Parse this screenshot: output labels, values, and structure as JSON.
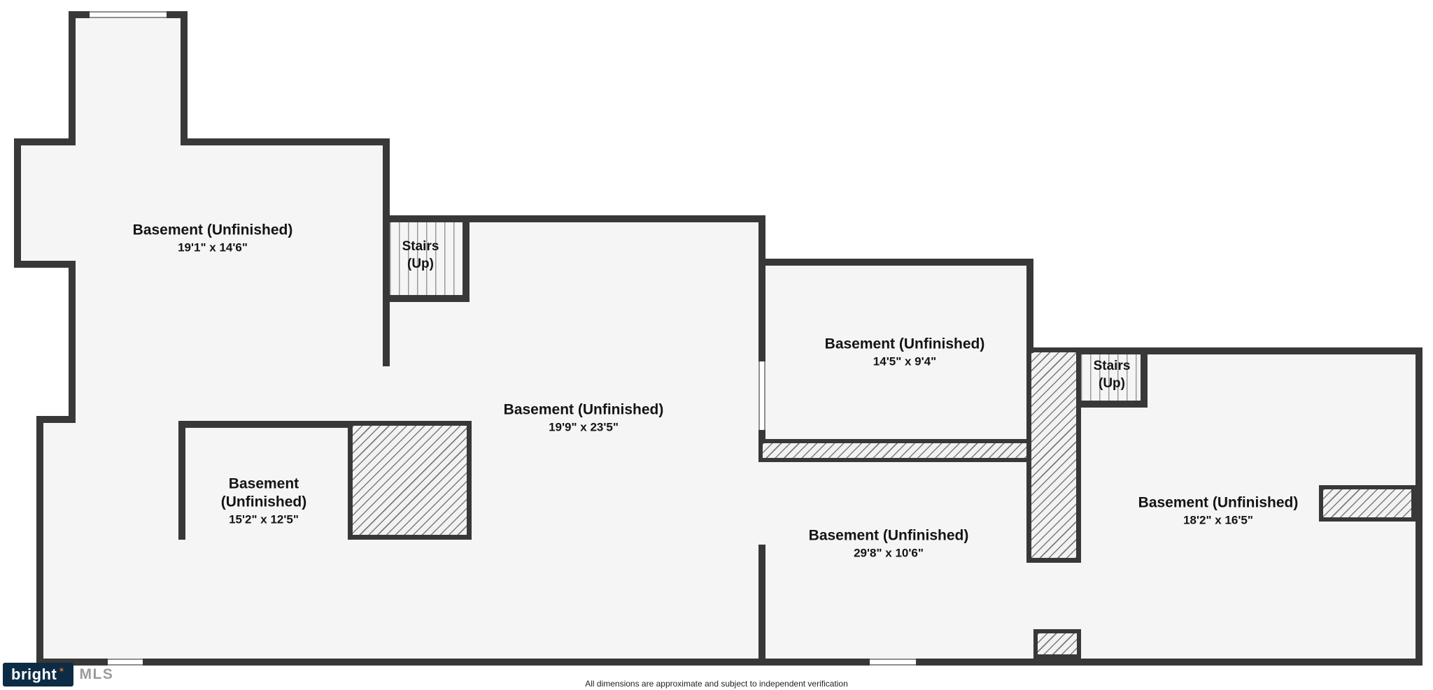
{
  "colors": {
    "wall": "#383838",
    "floor": "#f5f5f5",
    "logo_navy": "#0d2b45",
    "logo_orange": "#f06f21",
    "mls_gray": "#9b9b9b"
  },
  "rooms": [
    {
      "id": "basement-upper-left",
      "name": "Basement (Unfinished)",
      "dims": "19'1\" x 14'6\""
    },
    {
      "id": "basement-center",
      "name": "Basement (Unfinished)",
      "dims": "19'9\" x 23'5\""
    },
    {
      "id": "basement-upper-right",
      "name": "Basement (Unfinished)",
      "dims": "14'5\" x 9'4\""
    },
    {
      "id": "basement-right",
      "name": "Basement (Unfinished)",
      "dims": "18'2\" x 16'5\""
    },
    {
      "id": "basement-lower-middle",
      "name": "Basement (Unfinished)",
      "dims": "29'8\" x 10'6\""
    },
    {
      "id": "basement-lower-left",
      "name_line1": "Basement",
      "name_line2": "(Unfinished)",
      "dims": "15'2\" x 12'5\""
    }
  ],
  "stairs": [
    {
      "line1": "Stairs",
      "line2": "(Up)"
    },
    {
      "line1": "Stairs",
      "line2": "(Up)"
    }
  ],
  "logo": {
    "brand": "bright",
    "mark": "✶",
    "suffix": "MLS"
  },
  "footer": {
    "disclaimer": "All dimensions are approximate and subject to independent verification"
  }
}
